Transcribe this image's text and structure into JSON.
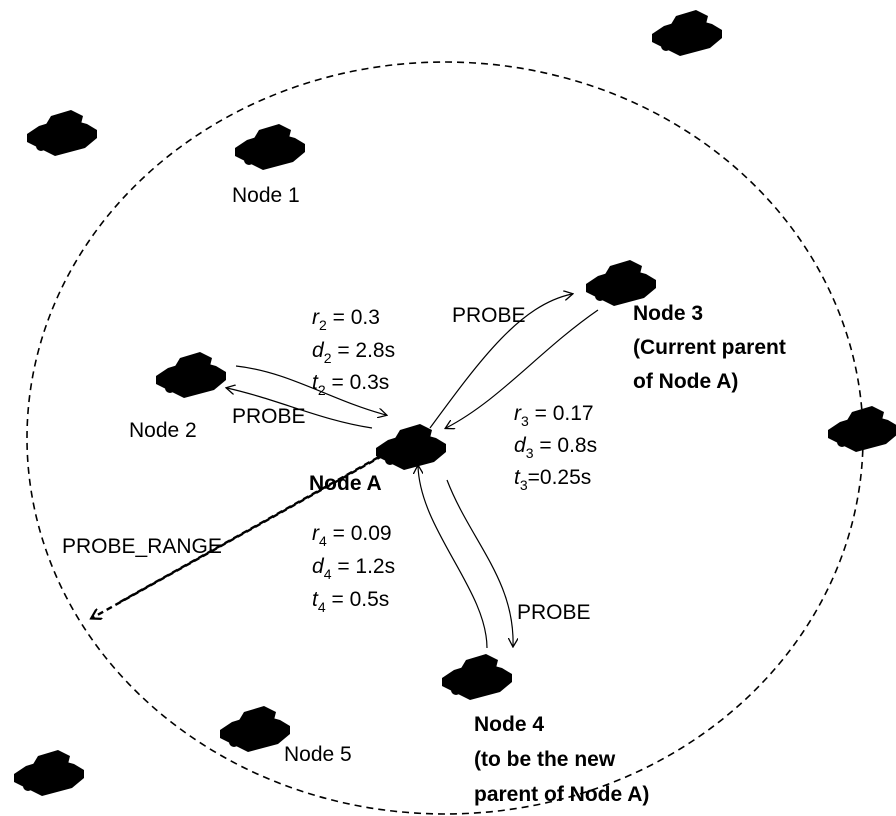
{
  "nodes": {
    "node1": "Node 1",
    "node2": "Node 2",
    "node3": {
      "line1": "Node 3",
      "line2": "(Current parent",
      "line3": "of Node A)"
    },
    "node4": {
      "line1": "Node 4",
      "line2": "(to be the new",
      "line3": "parent of Node A)"
    },
    "node5": "Node 5",
    "nodeA": "Node A"
  },
  "probe_label": "PROBE",
  "probe_range_label": "PROBE_RANGE",
  "metrics": {
    "node2": {
      "r_sub": "2",
      "r_val": " = 0.3",
      "d_sub": "2",
      "d_val": " = 2.8s",
      "t_sub": "2",
      "t_val": " = 0.3s"
    },
    "node3": {
      "r_sub": "3",
      "r_val": " = 0.17",
      "d_sub": "3",
      "d_val": " = 0.8s",
      "t_sub": "3",
      "t_val": "=0.25s"
    },
    "node4": {
      "r_sub": "4",
      "r_val": " = 0.09",
      "d_sub": "4",
      "d_val": " = 1.2s",
      "t_sub": "4",
      "t_val": " = 0.5s"
    }
  },
  "symbols": {
    "r": "r",
    "d": "d",
    "t": "t"
  }
}
